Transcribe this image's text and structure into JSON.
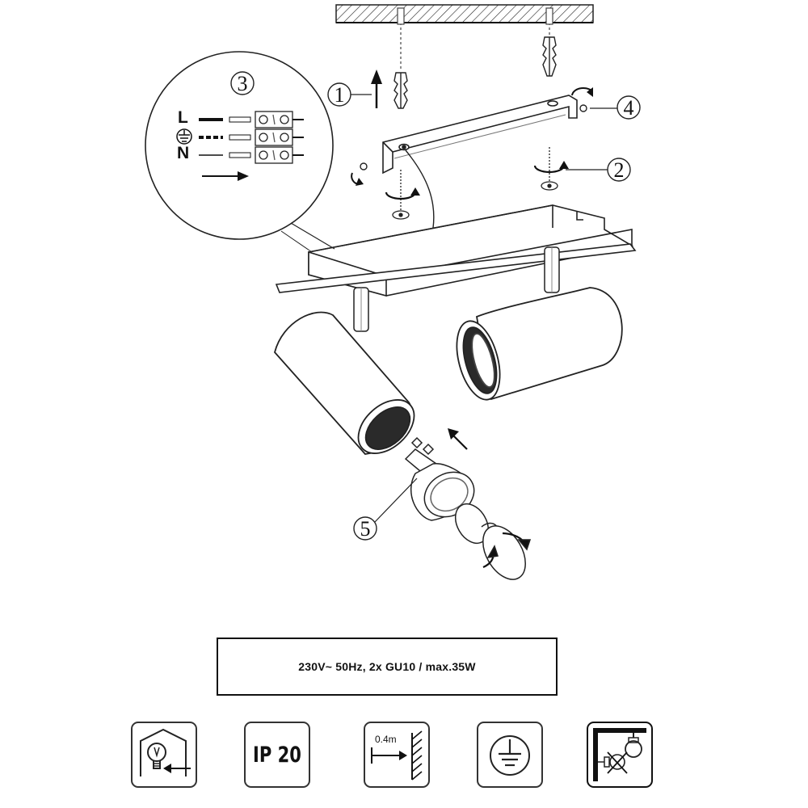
{
  "labels": {
    "step_1": "1",
    "step_2": "2",
    "step_3": "3",
    "step_4": "4",
    "step_5": "5",
    "wire_L": "L",
    "wire_N": "N"
  },
  "spec": "230V~ 50Hz, 2x GU10 / max.35W",
  "icons": {
    "ip_rating": "IP 20",
    "min_distance": "0.4m"
  }
}
